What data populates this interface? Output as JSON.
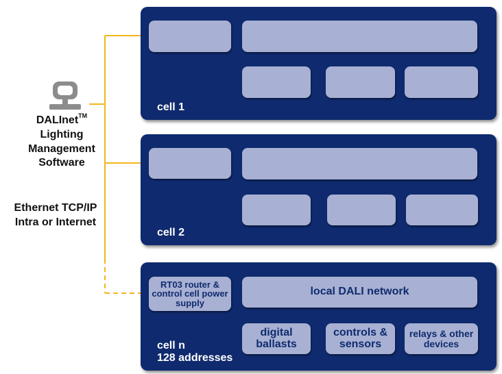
{
  "software": {
    "name": "DALInet",
    "trademark": "TM",
    "line2": "Lighting",
    "line3": "Management",
    "line4": "Software",
    "icon": "computer-monitor-icon"
  },
  "network": {
    "line1": "Ethernet TCP/IP",
    "line2": "Intra or Internet"
  },
  "cells": [
    {
      "label": "cell 1"
    },
    {
      "label": "cell 2"
    },
    {
      "label": "cell n",
      "sublabel": "128 addresses",
      "router": "RT03 router & control cell power supply",
      "network": "local DALI network",
      "devices": [
        "digital ballasts",
        "controls & sensors",
        "relays & other devices"
      ]
    }
  ],
  "colors": {
    "panel": "#0f2a6e",
    "box": "#a8b1d3",
    "wire": "#f2b61f"
  }
}
